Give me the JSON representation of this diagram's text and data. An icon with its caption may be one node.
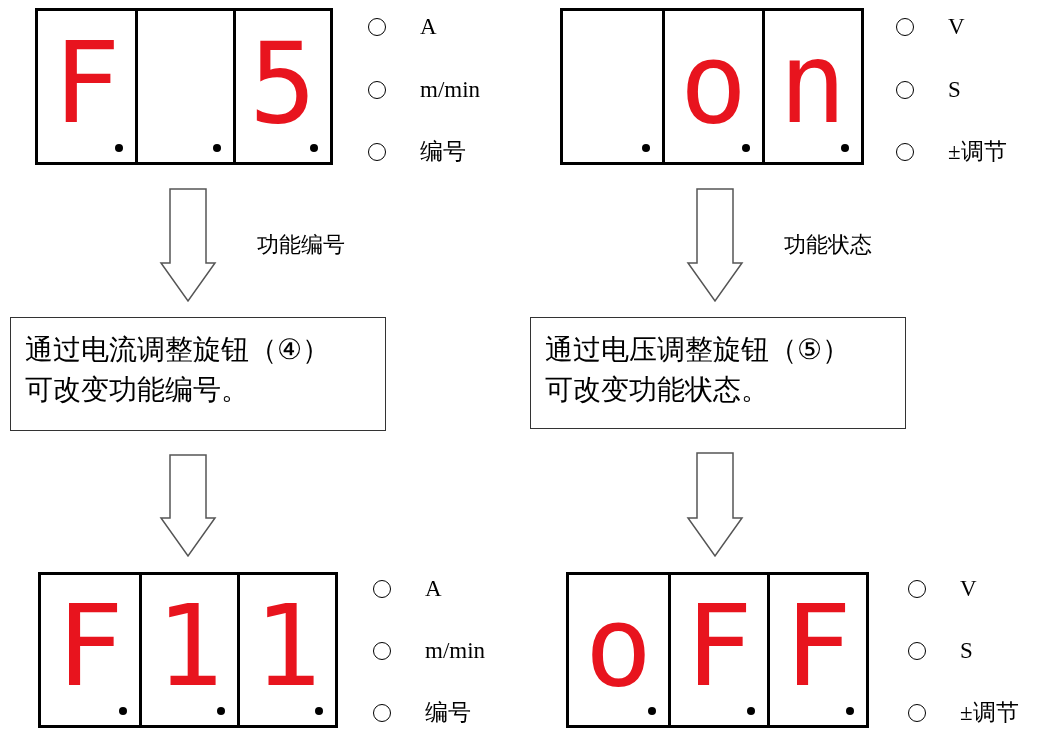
{
  "diagram": {
    "nodes": [
      {
        "text": [],
        "shape": "box"
      },
      {
        "text": [
          "F"
        ],
        "in": 0
      },
      {
        "text": [],
        "shape": "box",
        "in": 0
      },
      {
        "text": [
          "5"
        ],
        "in": 0
      },
      {
        "text": [],
        "shape": "box"
      },
      {
        "text": [],
        "shape": "box",
        "in": 4
      },
      {
        "text": [
          "o"
        ],
        "in": 4
      },
      {
        "text": [
          "n"
        ],
        "in": 4
      },
      {
        "text": [
          "通过电流调整旋钮（④）可改变功能编号。"
        ]
      },
      {
        "text": [
          "通过电压调整旋钮（⑤）可改变功能状态。"
        ]
      },
      {
        "text": [],
        "shape": "box"
      },
      {
        "text": [
          "F"
        ],
        "in": 10
      },
      {
        "text": [
          "1"
        ],
        "in": 10
      },
      {
        "text": [
          "1"
        ],
        "in": 10
      },
      {
        "text": [],
        "shape": "box"
      },
      {
        "text": [
          "o"
        ],
        "in": 14
      },
      {
        "text": [
          "F"
        ],
        "in": 14
      },
      {
        "text": [
          "F"
        ],
        "in": 14
      }
    ],
    "edges": [
      {
        "from": 0,
        "to": 8,
        "arrow": "to",
        "label": "功能编号"
      },
      {
        "from": 4,
        "to": 9,
        "arrow": "to",
        "label": "功能状态"
      },
      {
        "from": 8,
        "to": 10,
        "arrow": "to"
      },
      {
        "from": 9,
        "to": 14,
        "arrow": "to"
      }
    ],
    "labels": [
      "A",
      "V",
      "m/min",
      "S",
      "编号",
      "±调节",
      "A",
      "V",
      "m/min",
      "S",
      "编号",
      "±调节"
    ]
  }
}
